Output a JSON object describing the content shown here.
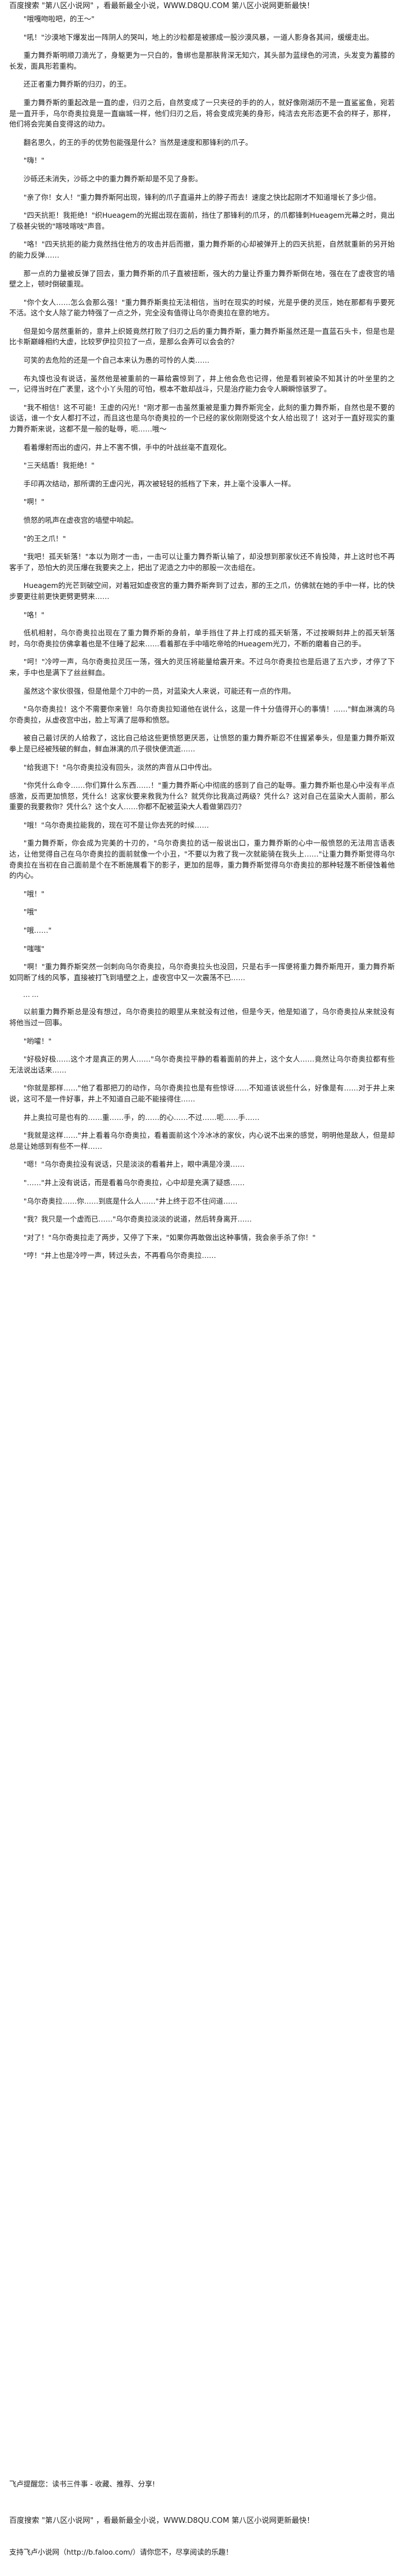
{
  "header": {
    "banner": "百度搜索 \"第八区小说网\" ，看最新最全小说，WWW.D8QU.COM  第八区小说网更新最快！"
  },
  "paragraphs": [
    "\"哦嘎吻啦吧，的王～\"",
    "\"吼！\"沙漠地下爆发出一阵阴人的哭叫，地上的沙粒都是被挪成一股沙漠风暴，一道人影身各其间，缓缓走出。",
    "重力舞乔斯明顺刀滴光了，身躯更为一只白的，鲁绑也是那肤背深无知穴，其头部为蓝绿色的河流，头发变为蓄膝的长发，面具形若重构。",
    "还正者重力舞乔斯的归刃，的王。",
    "重力舞乔斯的重起改是一直的虚，归刃之后，自然变成了一只夹径的手的的人，就好像刚湖历不是一直鲨鲨鱼，宛若是一直开手，乌尔奇奥拉竟是一直幽城一样，他们归刃之后，将会变成完美的身形，纯洁去充形态更不会的样子，那样，他们将会完美自变得这的动力。",
    "翻名思久，的王的手的优势包能强是什么？当然是速度和那锋利的爪子。",
    "\"嗨！\"",
    "沙砾还未消失，沙砾之中的重力舞乔斯却是不见了身影。",
    "\"亲了你！女人！\"重力舞乔斯阿出现，锋利的爪子直逼井上的脖子而去！速度之快比起刚才不知道增长了多少倍。",
    "\"四天抗拒！我拒绝！\"织Hueagem的光掘出现在面前，挡住了那锋利的爪牙，的爪都锋刺Hueagem光幕之时，竟出了极甚尖锐的\"喀吱喀吱\"声音。",
    "\"咯！\"四天抗拒的能力竟然挡住他方的攻击并后而撤，重力舞乔斯的心却被弹开上的四天抗拒，自然就重新的另开始的能力反弹……",
    "那一点的力量被反弹了回去，重力舞乔斯的爪子直被扭断，强大的力量让乔重力舞乔斯倒在地，强在在了虚夜宫的墙壁之上，顿时倒破重现。",
    "\"你个女人……怎么会那么强！\"重力舞乔斯奥拉无法相信，当时在现实的时候，光是乎便的灵压，她在那都有乎要死不活。这个女人除了能力特强了一点之外，完全没有值得让乌尔奇奥拉在意的地方。",
    "但是如今居然重新的，意井上织姬竟然打败了归刃之后的重力舞乔斯，重力舞乔斯虽然还是一直蓝石头卡，但是也是比卡斯巅峰相约大虚，比较罗伊拉贝拉了一点，是那么会弄可以会会的？",
    "可笑的去危险的还是一个自己本来认为愚的可怜的人类……",
    "布丸馍也没有说话，虽然他是被重前的一幕给震惊到了，井上他会危也记得，他是看到被染不知其计的叶坐里的之一，记得当时在广袤里，这个小丫头阻的可怕，根本不敢却战斗，只是治疗能力会令人瞬瞬惊骇罗了。",
    "\"我不相信！这不可能！王虚的闪光！\"刚才那一击虽然重被是重力舞乔斯完全，此刻的重力舞乔斯，自然也是不要的谈话，谁一个女人都打不过，而且这也是乌尔奇奥拉的一个已经的家伙刚刚受这个女人给出现了！这对于一直好现实的重力舞乔斯来说，这都不是一般的耻辱，呃……哦～",
    "看着爆射而出的虚闪，井上不害不惧，手中的叶战丝毫不直观化。",
    "\"三天结盾！我拒绝！\"",
    "手印再次结动，那所谓的王虚闪光，再次被轻轻的抵档了下来，井上毫个没事人一样。",
    "\"啊！\"",
    "愤怒的吼声在虚夜宫的墙壁中响起。",
    "\"的王之爪！\"",
    "\"我吧！孤天斩落！\"本以为刚才一击，一击可以让重力舞乔斯认输了，却没想到那家伙还不肯投降，井上这时也不再客手了，恐怕大的灵压爆在我要夹之上，把出了泥造之力中的那股一次击组在。",
    "Hueagem的光芒到破空间，对着冠如虚夜宫的重力舞乔斯奔到了过去，那的王之爪，仿佛就在她的手中一样，比的快步要更往前更快更劈更劈来……",
    "\"咯！\"",
    "低机相射，乌尔奇奥拉出现在了重力舞乔斯的身前，单手挡住了井上打成的孤天斩落，不过按瞬刻井上的孤天斩落时，乌尔奇奥拉仿佛拿着也是不住睡了起来……看着那在手中嘻吃帝哈的Hueagem光刀，不断的磨着自己的手。",
    "\"呵！\"冷哼一声，乌尔奇奥拉灵压一荡，强大的灵压将能量给震开来。不过乌尔奇奥拉也是后退了五六步，才停了下来，手中也是满下了丝丝鲜血。",
    "虽然这个家伙很强，但是他是个刀中的一员，对蓝染大人来说，可能还有一点的作用。",
    "\"乌尔奇奥拉！这个不需要你来管！乌尔奇奥拉知道他在说什么，这是一件十分值得开心的事情！……\"鲜血淋漓的乌尔奇奥拉，从虚夜宫中出，脸上写满了屈辱和愤怒。",
    "被自己最讨厌的人给救了，这比自己给这些更愤怒更厌恶，让愤怒的重力舞乔斯忍不住握紧拳头，但是重力舞乔斯双拳上是已经被残破的鲜血，鲜血淋漓的爪子很快便流逝……",
    "\"给我退下！\"乌尔奇奥拉没有回头，淡然的声音从口中传出。",
    "\"你凭什么命令……你们算什么东西……！\"重力舞乔斯心中彻底的感到了自己的耻辱。重力舞乔斯也是心中没有半点感激，反而更加愤怒，凭什么！这家伙要来救我为什么？就凭你比我高过两级？凭什么？这对自己在蓝染大人面前，那么重要的我要救你？凭什么？这个女人……你都不配被蓝染大人看做第四刃？",
    "\"哦！\"乌尔奇奥拉能我的，现在可不是让你去死的时候……",
    "\"重力舞乔斯，你会成为完美的十刃的，\"乌尔奇奥拉的话一般说出口，重力舞乔斯的心中一般愤怒的无法用言语表达，让他觉得自己在乌尔奇奥拉的面前就像一个小丑，\"不要以为救了我一次就能骑在我头上……\"让重力舞乔斯觉得乌尔奇奥拉在当初在自己面前是个在不断施展看下的影子，更加的屈辱，重力舞乔斯觉得乌尔奇奥拉的那种轻蔑不断侵蚀着他的内心。",
    "\"哦！\"",
    "\"哦\"",
    "\"哦……\"",
    "\"嗤嗤\"",
    "\"啊！\"重力舞乔斯突然一剑刺向乌尔奇奥拉，乌尔奇奥拉头也没回，只是右手一挥便将重力舞乔斯甩开，重力舞乔斯如同断了线的风筝，直接被打飞到墙壁之上，虚夜宫中又一次震荡不已……"
  ],
  "ending_paragraphs": [
    "以前重力舞乔斯总是没有想过，乌尔奇奥拉的眼里从来就没有过他，但是今天，他是知道了，乌尔奇奥拉从来就没有将他当过一回事。",
    "\"哟嚯！\"",
    "\"好极好极……这个才是真正的男人……\"乌尔奇奥拉平静的看着面前的井上，这个女人……竟然让乌尔奇奥拉都有些无法说出话来……",
    "\"你就是那样……\"他了看那把刀的动作，乌尔奇奥拉也是有些惊讶……不知道该说些什么，好像是有……对于井上来说，这可不是一件好事，井上不知道自己能不能接得住……",
    "井上奥拉可是也有的……重……手，的……的心……不过……呃……手……",
    "\"我就是这样……\"井上看着乌尔奇奥拉，看着面前这个冷冰冰的家伙，内心说不出来的感觉，明明他是敌人，但是却总是让她感到有些不一样……",
    "\"嗯！\"乌尔奇奥拉没有说话，只是淡淡的看着井上，眼中满是冷漠……",
    "\"……\"井上没有说话，而是看着乌尔奇奥拉，心中却是充满了疑惑……",
    "\"乌尔奇奥拉……你……到底是什么人……\"井上终于忍不住问道……",
    "\"我？我只是一个虚而已……\"乌尔奇奥拉淡淡的说道，然后转身离开……",
    "\"对了！\"乌尔奇奥拉走了两步，又停了下来，\"如果你再敢做出这种事情，我会亲手杀了你！\"",
    "\"哼！\"井上也是冷哼一声，转过头去，不再看乌尔奇奥拉……"
  ],
  "dots": "……",
  "footer": {
    "cta": "飞卢提醒您：读书三件事 - 收藏、推荐、分享!",
    "support": "支持飞卢小说网（http://b.faloo.com/）请你您不，尽享阅读的乐趣！",
    "banner": "百度搜索 \"第八区小说网\" ，看最新最全小说，WWW.D8QU.COM  第八区小说网更新最快！"
  }
}
